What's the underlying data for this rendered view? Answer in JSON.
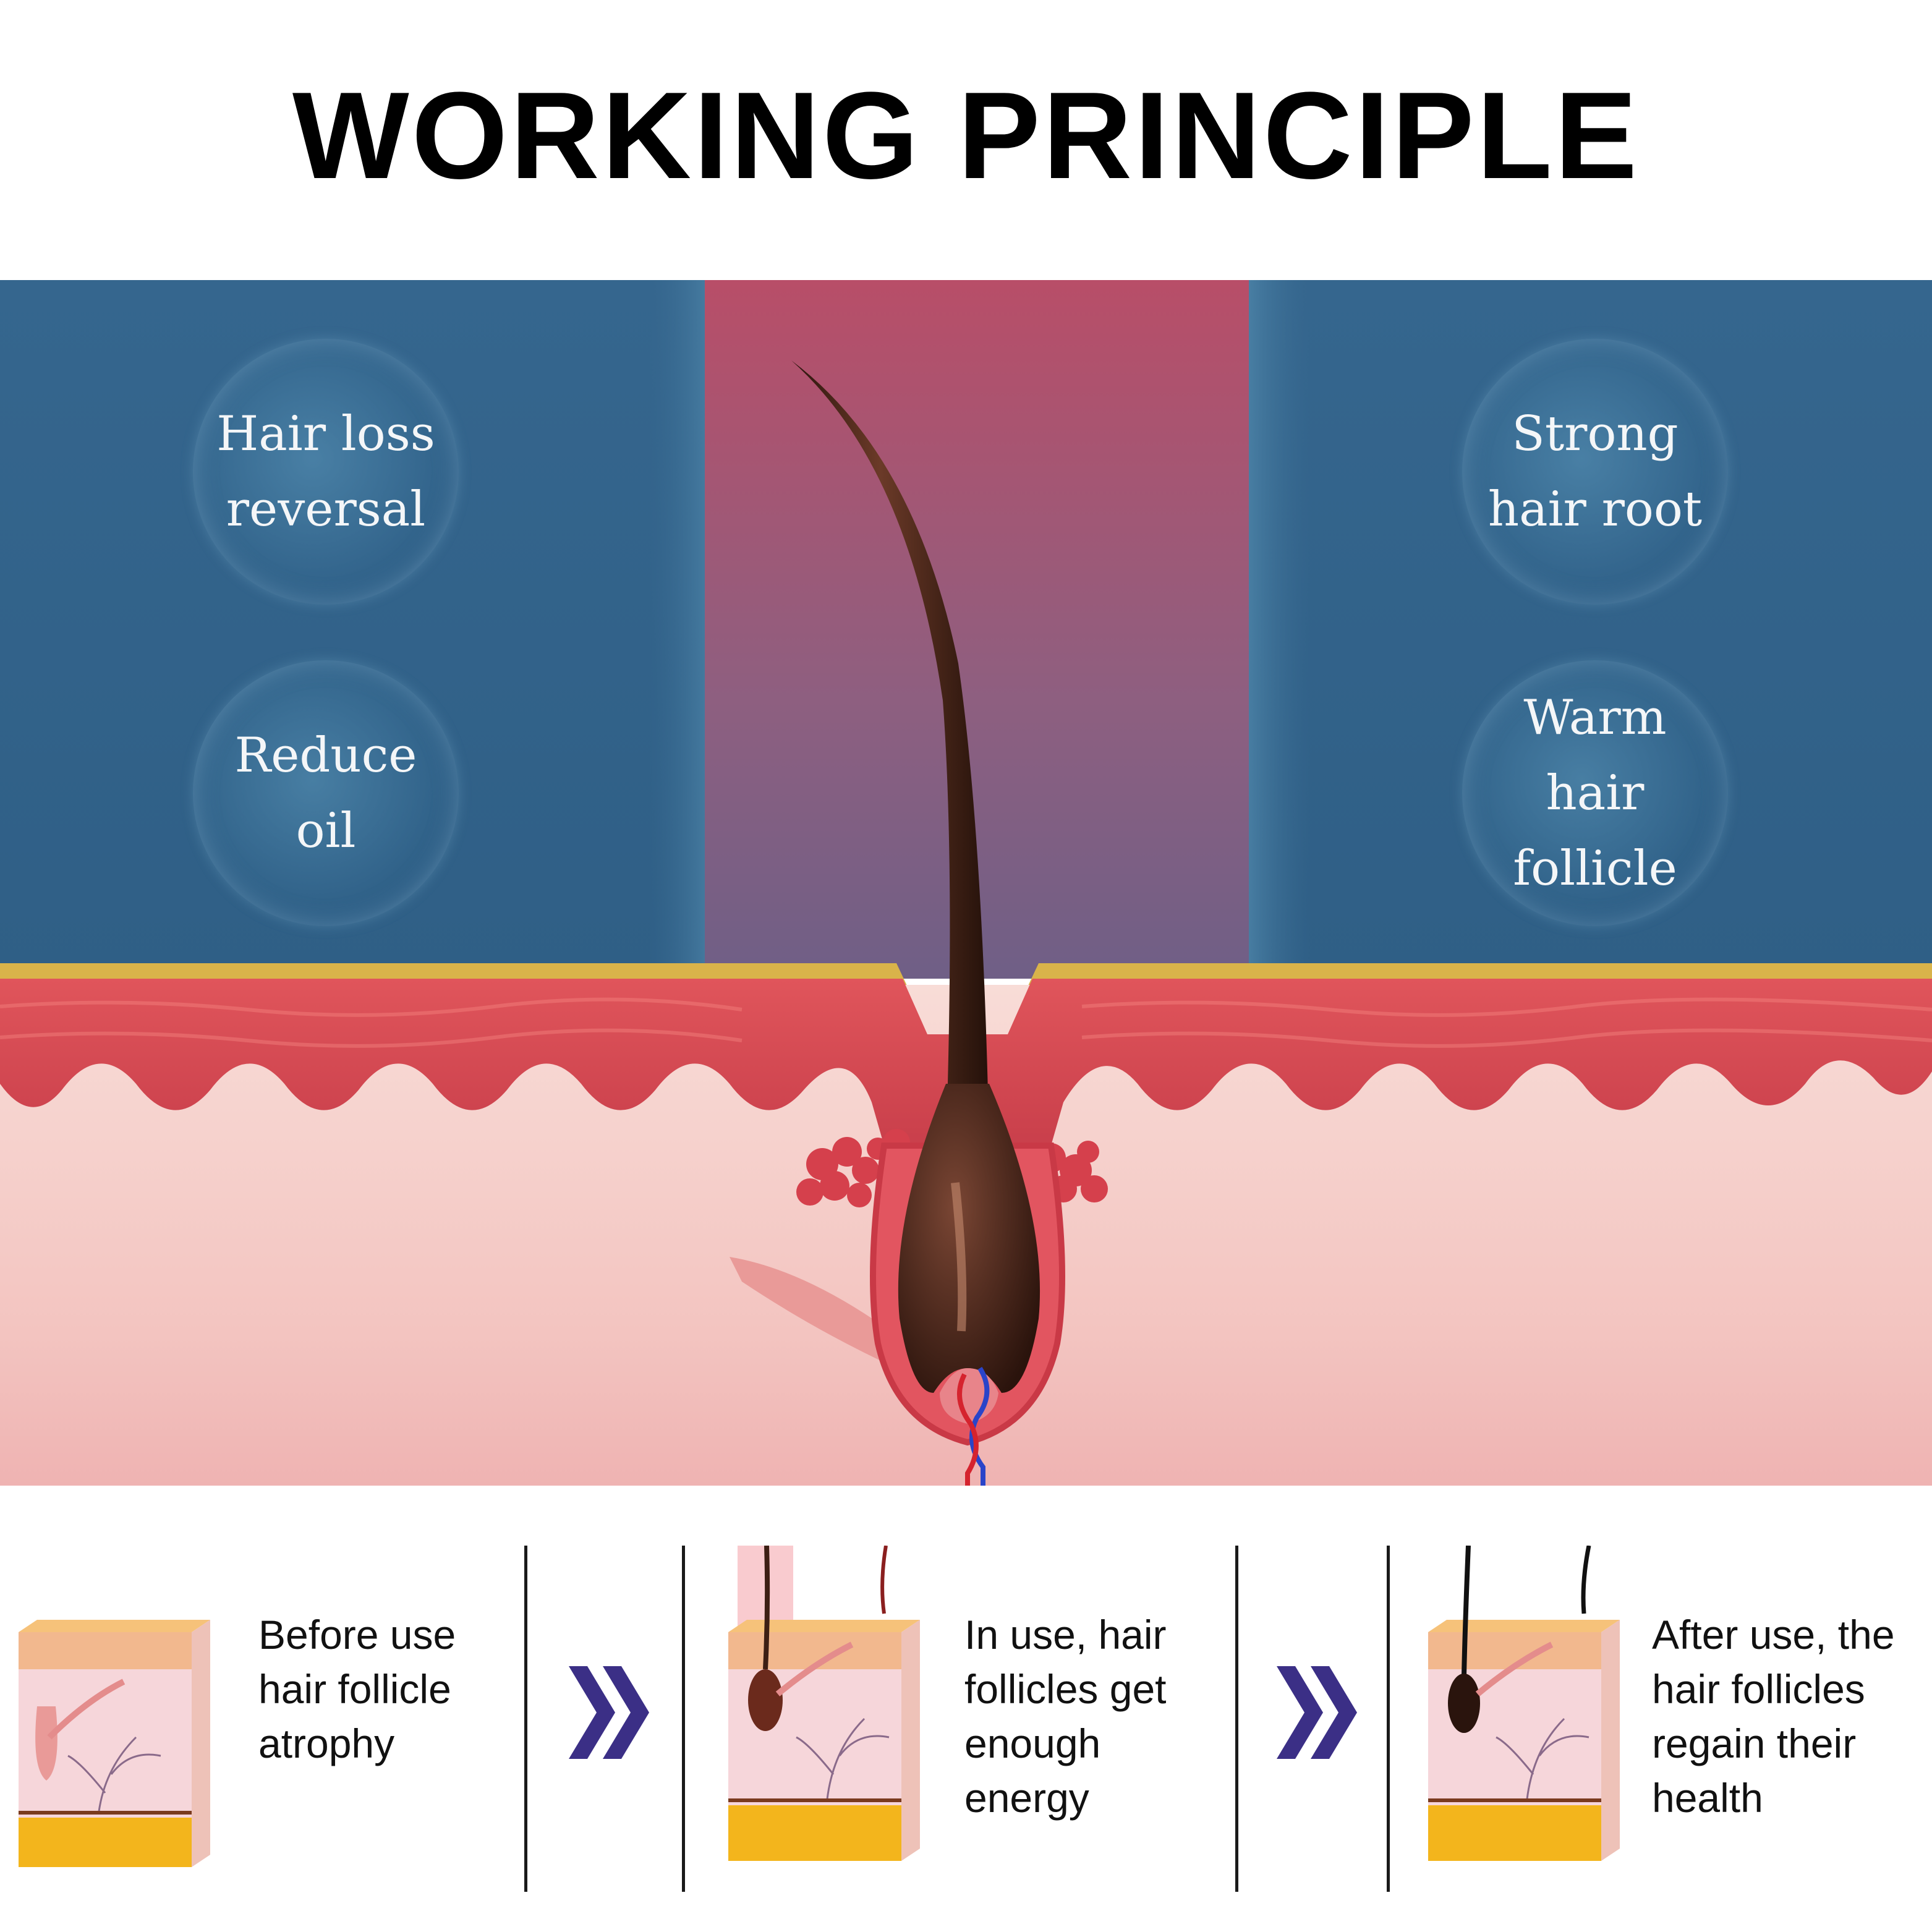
{
  "title": "WORKING PRINCIPLE",
  "benefits": [
    {
      "label": "Hair loss\nreversal"
    },
    {
      "label": "Strong\nhair root"
    },
    {
      "label": "Reduce\noil"
    },
    {
      "label": "Warm\nhair follicle"
    }
  ],
  "steps": [
    {
      "text": "Before use\nhair follicle\natrophy"
    },
    {
      "text": "In use, hair\nfollicles get\nenough\nenergy"
    },
    {
      "text": "After use, the\nhair follicles\nregain their\nhealth"
    }
  ],
  "colors": {
    "background_blue": "#3f7496",
    "center_glow": "#b2526a",
    "skin_red": "#d94a54",
    "dermis_pink": "#f3c7c4",
    "hair_brown": "#3d1f14",
    "arrow_navy": "#3b2f86",
    "fat_yellow": "#f3b51c"
  }
}
